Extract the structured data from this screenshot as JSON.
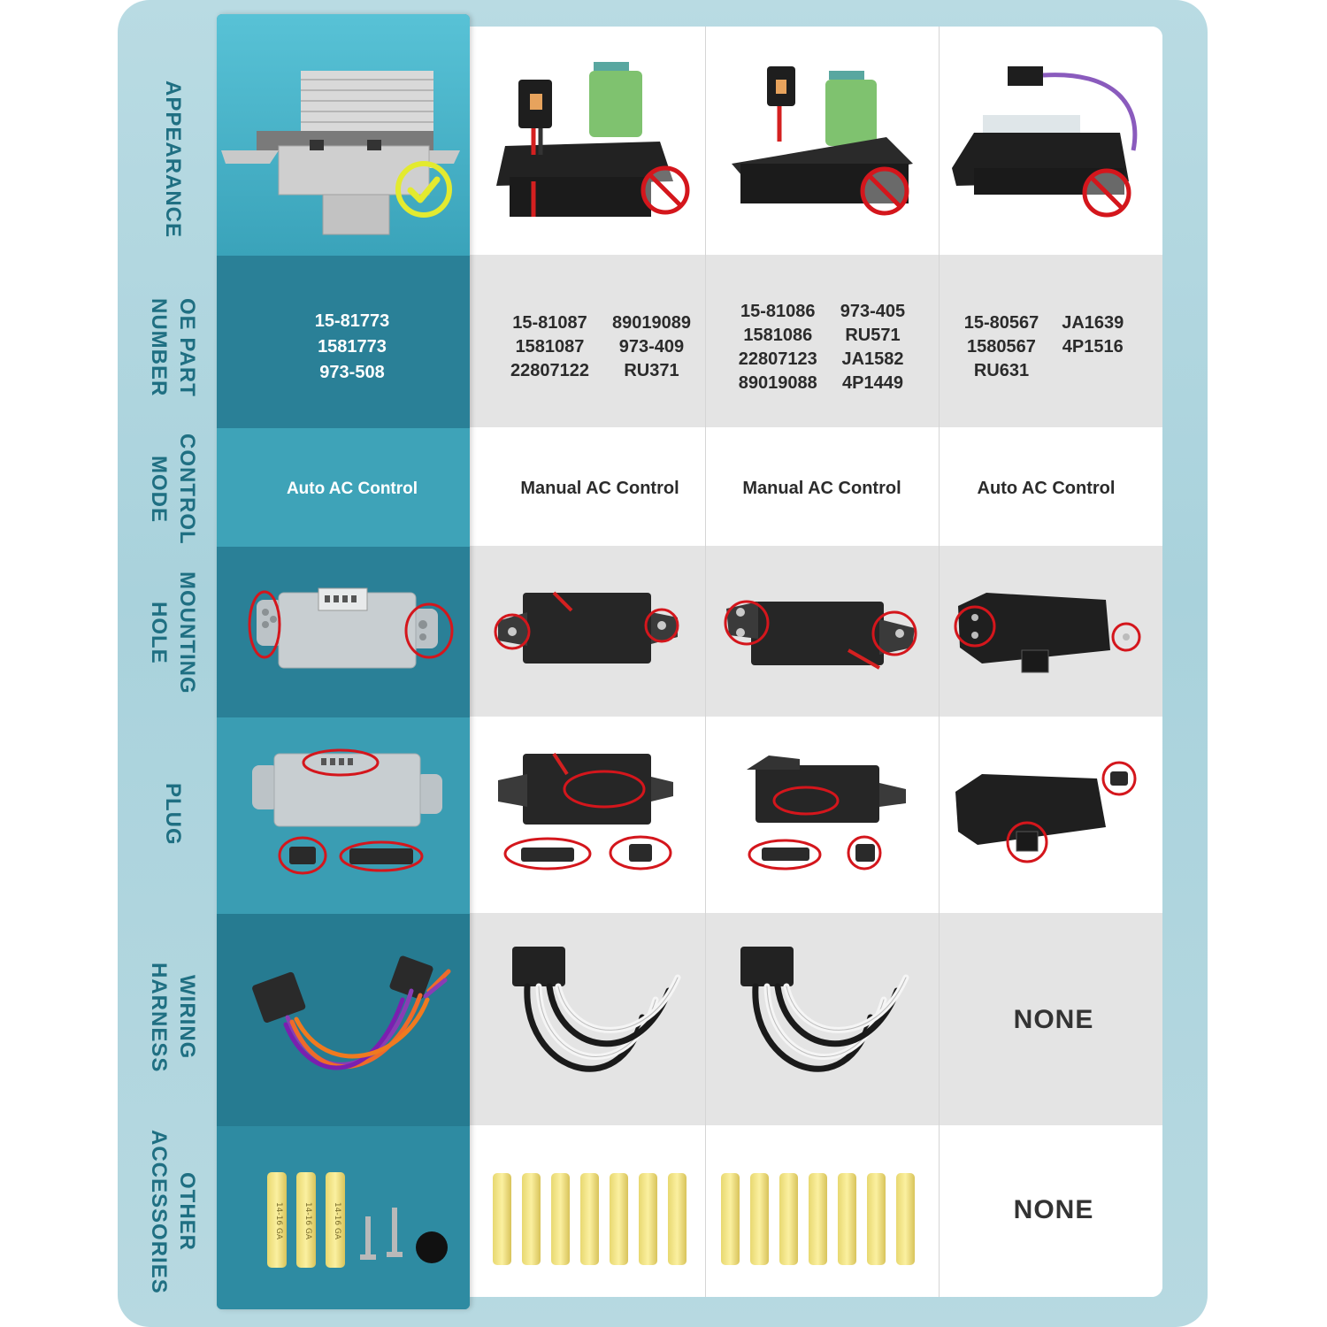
{
  "colors": {
    "frame_bg": "#b9dbe3",
    "highlight_column": "#2e8fa6",
    "label_text": "#1f6f82",
    "accent_red": "#d4161c",
    "accent_yellow_check": "#e3ea2f",
    "row_alt_gray": "#e4e4e4"
  },
  "row_labels": {
    "appearance": "APPEARANCE",
    "oe_part_number": "OE PART\nNUMBER",
    "control_mode": "CONTROL\nMODE",
    "mounting_hole": "MOUNTING\nHOLE",
    "plug": "PLUG",
    "wiring_harness": "WIRING\nHARNESS",
    "other_accessories": "OTHER\nACCESSORIES"
  },
  "products": [
    {
      "highlighted": true,
      "appearance_badge": "check-icon",
      "part_numbers": [
        "15-81773",
        "1581773",
        "973-508"
      ],
      "control_mode": "Auto AC Control",
      "wiring_harness": "harness-image",
      "other_accessories": "butt-connectors-and-screws-image"
    },
    {
      "highlighted": false,
      "appearance_badge": "no-entry-icon",
      "part_numbers": [
        "15-81087",
        "89019089",
        "1581087",
        "973-409",
        "22807122",
        "RU371"
      ],
      "control_mode": "Manual AC Control",
      "wiring_harness": "harness-image",
      "other_accessories": "butt-connectors-image"
    },
    {
      "highlighted": false,
      "appearance_badge": "no-entry-icon",
      "part_numbers": [
        "15-81086",
        "973-405",
        "1581086",
        "RU571",
        "22807123",
        "JA1582",
        "89019088",
        "4P1449"
      ],
      "control_mode": "Manual AC Control",
      "wiring_harness": "harness-image",
      "other_accessories": "butt-connectors-image"
    },
    {
      "highlighted": false,
      "appearance_badge": "no-entry-icon",
      "part_numbers": [
        "15-80567",
        "JA1639",
        "1580567",
        "4P1516",
        "RU631",
        ""
      ],
      "control_mode": "Auto AC Control",
      "wiring_harness_text": "NONE",
      "other_accessories_text": "NONE"
    }
  ],
  "accessory_label": "14-16 GA"
}
